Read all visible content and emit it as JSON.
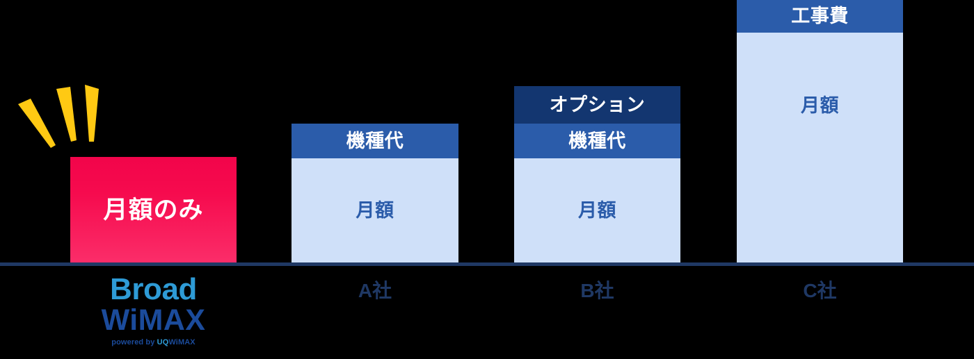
{
  "chart_data": {
    "type": "bar",
    "title": "",
    "xlabel": "",
    "ylabel": "",
    "stacked": true,
    "grid": false,
    "legend": "none",
    "background": "#000000",
    "axis_line_color": "#1f3864",
    "categories": [
      "Broad WiMAX",
      "A社",
      "B社",
      "C社"
    ],
    "series": [
      {
        "name": "月額",
        "color": "#cfe0f9",
        "values": [
          152,
          150,
          150,
          331
        ]
      },
      {
        "name": "機種代",
        "color": "#2b5caa",
        "values": [
          0,
          50,
          50,
          0
        ]
      },
      {
        "name": "オプション",
        "color": "#133670",
        "values": [
          0,
          0,
          54,
          0
        ]
      },
      {
        "name": "工事費",
        "color": "#2b5caa",
        "values": [
          0,
          0,
          0,
          47
        ]
      },
      {
        "name": "月額のみ",
        "color": "#f2044a",
        "values": [
          152,
          0,
          0,
          0
        ]
      }
    ],
    "totals": [
      152,
      200,
      254,
      378
    ]
  },
  "colors": {
    "background": "#000000",
    "axis": "#1f3864",
    "highlight_top": "#f2044a",
    "highlight_bottom": "#fb2d69",
    "option": "#133670",
    "device": "#2b5caa",
    "install": "#2b5caa",
    "monthly": "#cfe0f9",
    "monthly_text": "#2b5caa",
    "burst": "#ffc913",
    "logo_broad": "#2e9bd6",
    "logo_wimax": "#1b4b9b",
    "category_label": "#1f3864"
  },
  "bars": [
    {
      "id": "broad",
      "category_label": "",
      "segments": [
        {
          "key": "monthly_only",
          "label": "月額のみ",
          "kind": "highlight"
        }
      ]
    },
    {
      "id": "company-a",
      "category_label": "A社",
      "segments": [
        {
          "key": "device",
          "label": "機種代",
          "kind": "device"
        },
        {
          "key": "monthly",
          "label": "月額",
          "kind": "monthly"
        }
      ]
    },
    {
      "id": "company-b",
      "category_label": "B社",
      "segments": [
        {
          "key": "option",
          "label": "オプション",
          "kind": "option"
        },
        {
          "key": "device",
          "label": "機種代",
          "kind": "device"
        },
        {
          "key": "monthly",
          "label": "月額",
          "kind": "monthly"
        }
      ]
    },
    {
      "id": "company-c",
      "category_label": "C社",
      "segments": [
        {
          "key": "install",
          "label": "工事費",
          "kind": "install"
        },
        {
          "key": "monthly",
          "label": "月額",
          "kind": "monthly"
        }
      ]
    }
  ],
  "labels": {
    "monthly_only": "月額のみ",
    "device_fee": "機種代",
    "option_fee": "オプション",
    "install_fee": "工事費",
    "monthly_fee": "月額",
    "company_a": "A社",
    "company_b": "B社",
    "company_c": "C社"
  },
  "logo": {
    "line1": "Broad",
    "line2": "WiMAX",
    "powered_prefix": "powered by ",
    "powered_brand_a": "UQ",
    "powered_brand_b": "WiMAX"
  },
  "decor": {
    "burst_icon": "sparkle-rays-icon",
    "burst_ray_count": 3
  }
}
